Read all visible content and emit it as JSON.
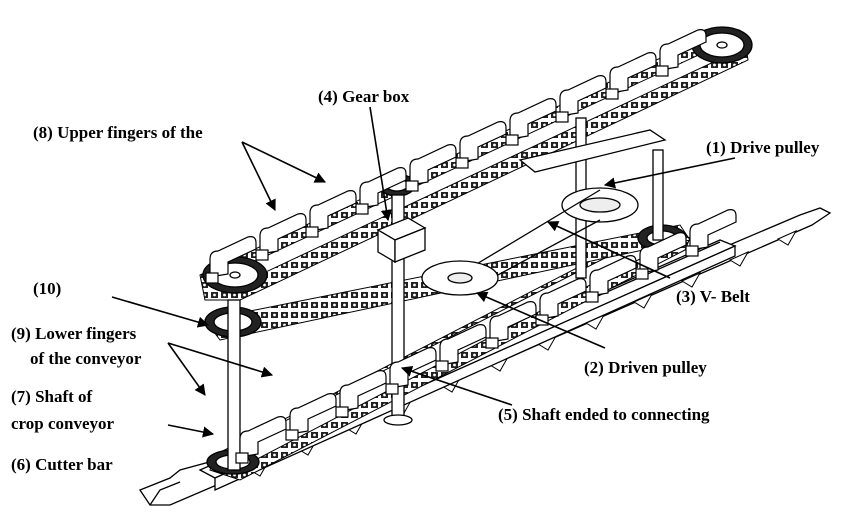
{
  "labels": {
    "drive_pulley": "(1) Drive pulley",
    "driven_pulley": "(2) Driven pulley",
    "v_belt": "(3) V- Belt",
    "gear_box": "(4) Gear box",
    "shaft_connecting": "(5) Shaft ended to connecting",
    "cutter_bar": "(6) Cutter bar",
    "shaft_line1": "(7) Shaft of",
    "shaft_line2": "crop conveyor",
    "upper_fingers": "(8) Upper fingers of the",
    "lower_fingers_line1": "(9) Lower fingers",
    "lower_fingers_line2": "of the conveyor",
    "ten": "(10)"
  }
}
